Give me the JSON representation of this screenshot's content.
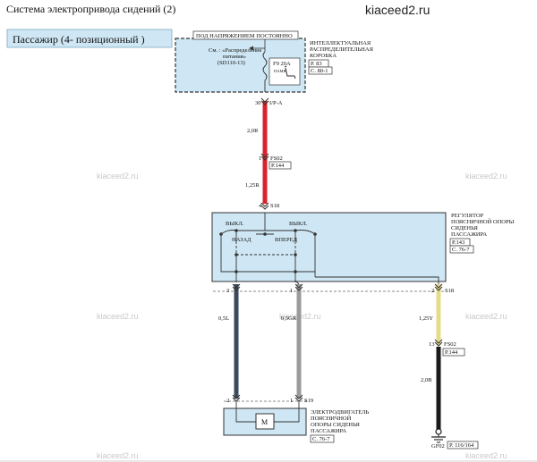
{
  "header": {
    "title": "Система    электропривода      сидений  (2)",
    "site": "kiaceed2.ru"
  },
  "subtitle": "Пассажир  (4- позиционный   )",
  "watermark": "kiaceed2.ru",
  "junction_box": {
    "hot_label": "ПОД  НАПРЯЖЕНИЕМ  ПОСТОЯННО",
    "see_line1": "См. : «Распределение",
    "see_line2": "питания»",
    "see_line3": "(SD110-13)",
    "fuse": "F9 20A",
    "fuse_sub": "ПАМЯ",
    "name_line1": "ИНТЕЛЛЕКТУАЛЬНАЯ",
    "name_line2": "РАСПРЕДЕЛИТЕЛЬНАЯ",
    "name_line3": "КОРОБКА",
    "page": "P. 83",
    "ref": "С. 80-1",
    "pin": "30",
    "connector": "I/P-A"
  },
  "wires": {
    "red1": "2,0R",
    "red2": "1,25R",
    "blue": "0,5L",
    "gray": "0,5GR",
    "yellow": "1,25Y",
    "black": "2,0B"
  },
  "connectors": {
    "fs02_top": {
      "pin": "1",
      "name": "FS02",
      "ref": "P.144"
    },
    "s18_top": {
      "pin": "4",
      "name": "S18"
    },
    "s18_bottom": {
      "pins": [
        "3",
        "1",
        "2"
      ],
      "name": "S18"
    },
    "fs02_bottom": {
      "pin": "13",
      "name": "FS02",
      "ref": "P.144"
    },
    "s19": {
      "pins": [
        "2",
        "1"
      ],
      "name": "S19"
    }
  },
  "regulator": {
    "name_line1": "РЕГУЛЯТОР",
    "name_line2": "ПОЯСНИЧНОЙ  ОПОРЫ",
    "name_line3": "СИДЕНЬЯ",
    "name_line4": "ПАССАЖИРА",
    "page": "P.143",
    "ref": "С. 76-7",
    "off_left": "ВЫКЛ.",
    "off_right": "ВЫКЛ.",
    "back": "НАЗАД",
    "forward": "ВПЕРЕД"
  },
  "motor": {
    "symbol": "M",
    "name_line1": "ЭЛЕКТРОДВИГАТЕЛЬ",
    "name_line2": "ПОЯСНИЧНОЙ",
    "name_line3": "ОПОРЫ  СИДЕНЬЯ",
    "name_line4": "ПАССАЖИРА",
    "ref": "С. 76-7"
  },
  "ground": {
    "name": "GF02",
    "ref": "P. 116/164"
  },
  "colors": {
    "red": "#d9232c",
    "blue": "#3b4a5c",
    "gray": "#9a9a9a",
    "yellow": "#f4eca0",
    "black": "#1a1a1a",
    "box_fill": "#cfe7f4"
  }
}
